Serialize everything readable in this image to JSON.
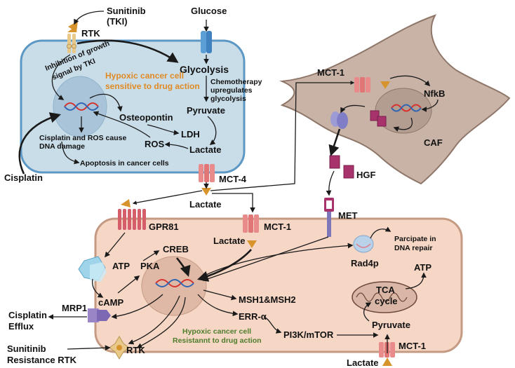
{
  "colors": {
    "sensitive_cell_fill": "#c9dde9",
    "sensitive_cell_border": "#5d97c4",
    "resistant_cell_fill": "#f6d6c5",
    "resistant_cell_border": "#c49a82",
    "caf_fill": "#c9b3a7",
    "caf_border": "#8e7669",
    "sensitive_title_color": "#e08a24",
    "resistant_title_color": "#4e7d2c",
    "transporter_color": "#e98b8b",
    "hgf_color": "#a8326c",
    "lactate_triangle": "#d8942c"
  },
  "labels": {
    "sunitinib_tki": "Sunitinib",
    "sunitinib_tki_2": "(TKI)",
    "rtk_top": "RTK",
    "glucose": "Glucose",
    "inhibition_1": "Inhibition of growth",
    "inhibition_2": "signal by TKI",
    "glycolysis": "Glycolysis",
    "hypoxic_sensitive_1": "Hypoxic cancer cell",
    "hypoxic_sensitive_2": "sensitive to drug action",
    "chemo_1": "Chemotherapy",
    "chemo_2": "upregulates",
    "chemo_3": "glycolysis",
    "pyruvate_top": "Pyruvate",
    "osteopontin": "Osteopontin",
    "ldh": "LDH",
    "cisplatin_ros_1": "Cisplatin and ROS cause",
    "cisplatin_ros_2": "DNA damage",
    "ros": "ROS",
    "lactate_top": "Lactate",
    "apoptosis": "Apoptosis in cancer cells",
    "cisplatin": "Cisplatin",
    "mct4": "MCT-4",
    "lactate_mid": "Lactate",
    "mct1_caf": "MCT-1",
    "nfkb": "NfkB",
    "caf": "CAF",
    "hgf": "HGF",
    "met": "MET",
    "gpr81": "GPR81",
    "mct1_resistant": "MCT-1",
    "lactate_resistant": "Lactate",
    "creb": "CREB",
    "atp_left": "ATP",
    "pka": "PKA",
    "camp": "cAMP",
    "mrp1": "MRP1",
    "cisplatin_efflux_1": "Cisplatin",
    "cisplatin_efflux_2": "Efflux",
    "msh": "MSH1&MSH2",
    "err": "ERR-α",
    "rad4p": "Rad4p",
    "dna_repair_1": "Parcipate in",
    "dna_repair_2": "DNA repair",
    "atp_right": "ATP",
    "tca_1": "TCA",
    "tca_2": "cycle",
    "pyruvate_bottom": "Pyruvate",
    "hypoxic_resistant_1": "Hypoxic cancer cell",
    "hypoxic_resistant_2": "Resistannt to drug action",
    "pi3k": "PI3K/mTOR",
    "mct1_bottom": "MCT-1",
    "lactate_bottom": "Lactate",
    "sunitinib_res_1": "Sunitinib",
    "sunitinib_res_2": "Resistance RTK",
    "rtk_bottom": "RTK"
  }
}
